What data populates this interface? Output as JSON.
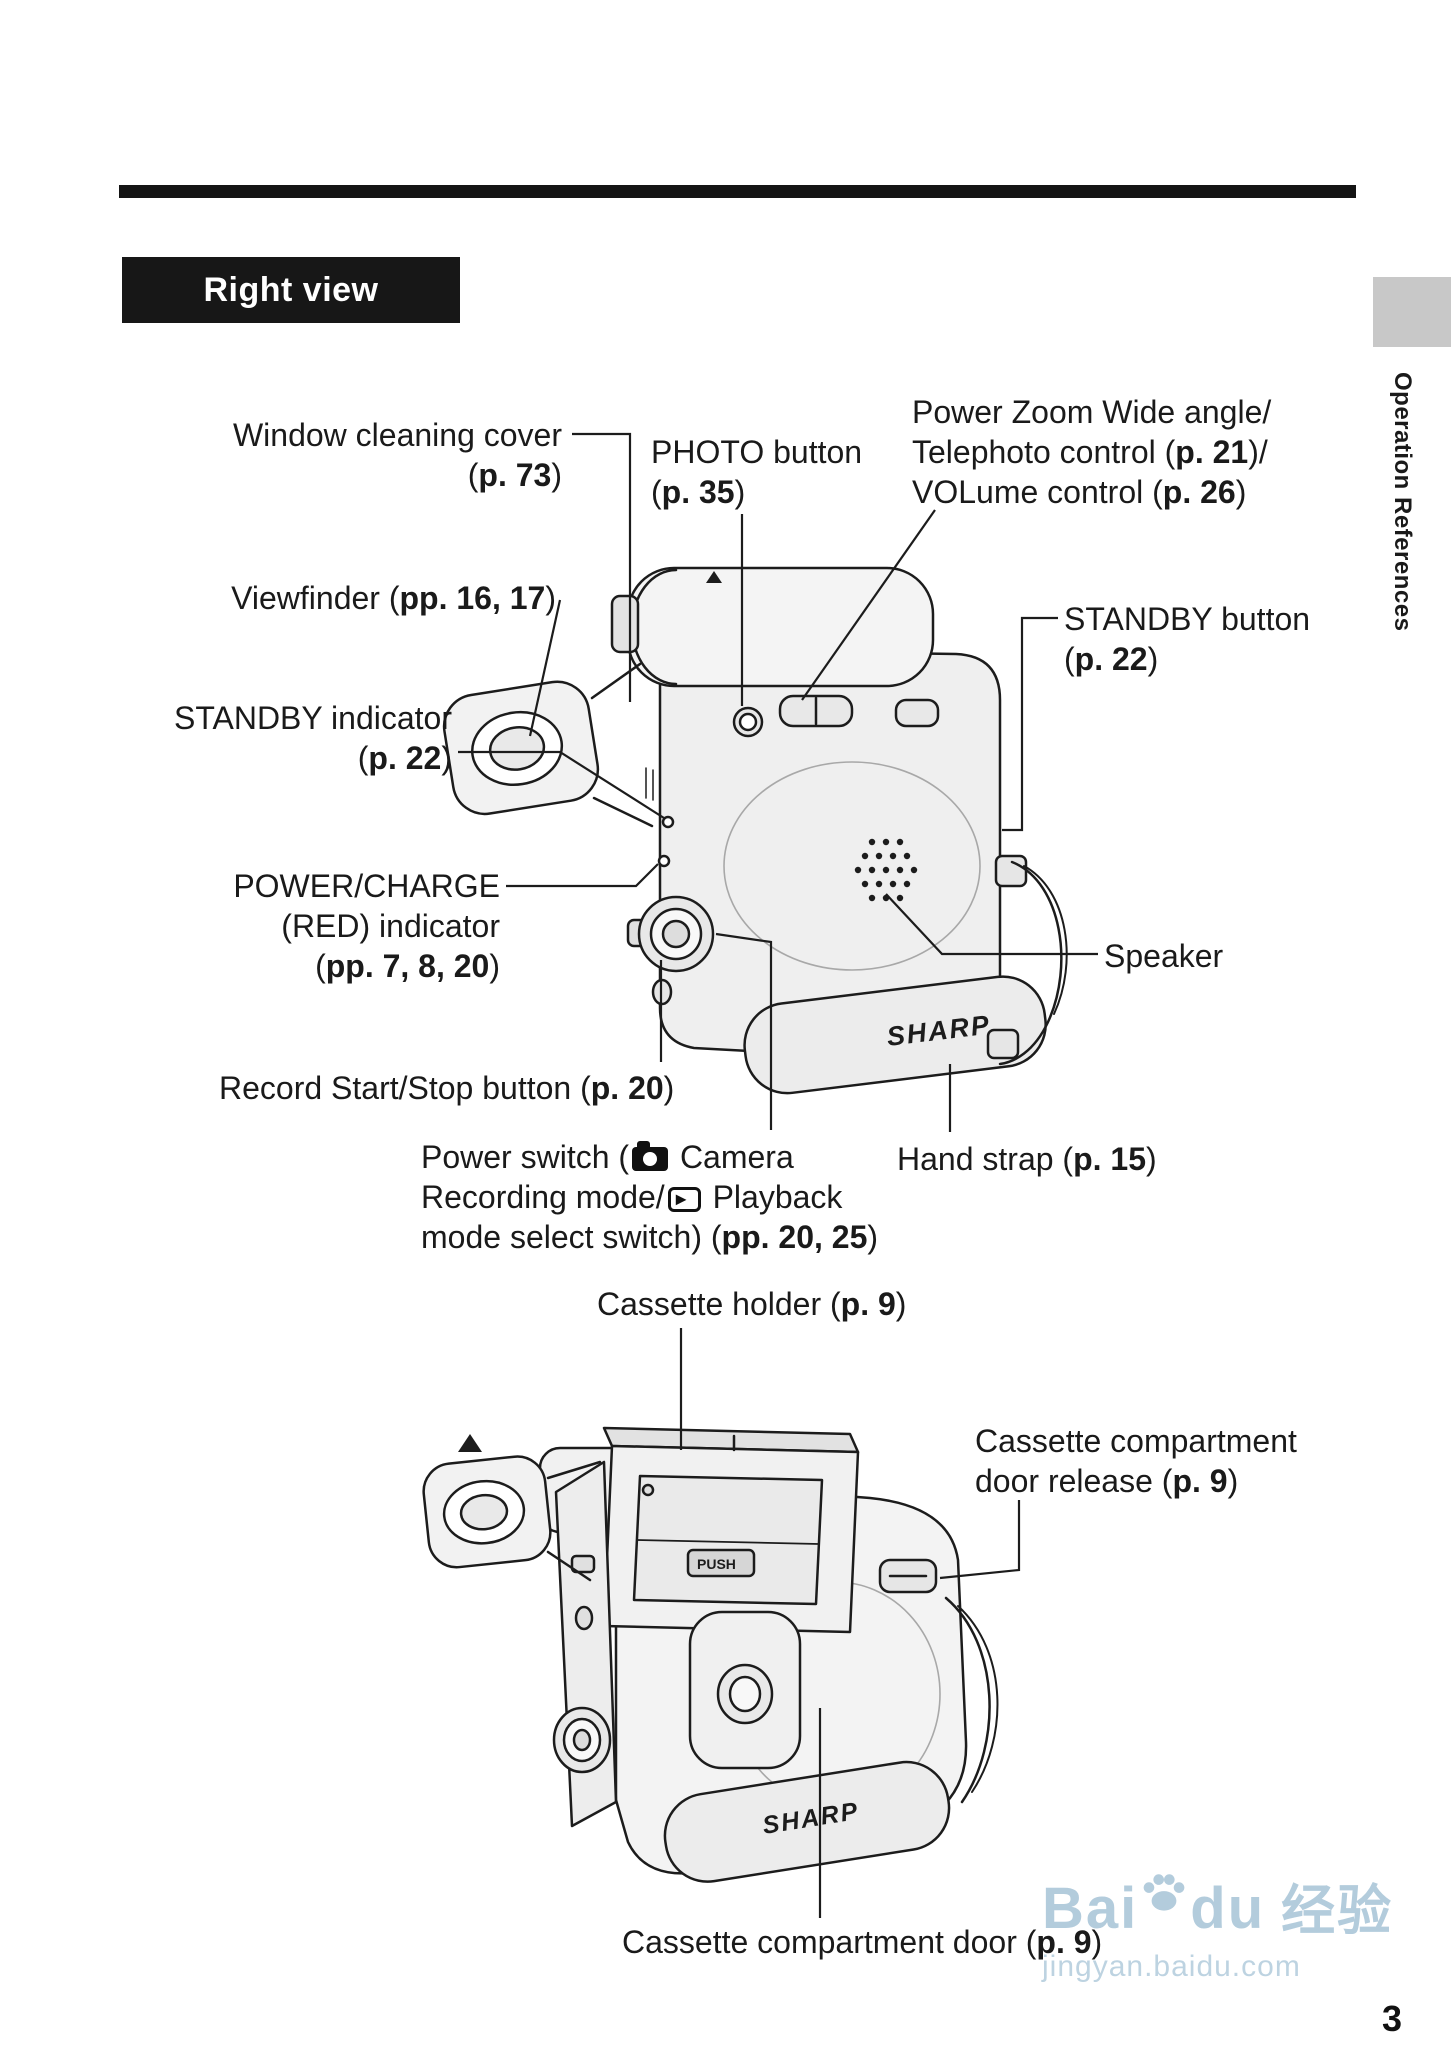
{
  "page": {
    "section_title": "Right view",
    "sidebar_label": "Operation References",
    "page_number": "3"
  },
  "diagram": {
    "brand": "SHARP",
    "push_label": "PUSH"
  },
  "watermark": {
    "bai": "Bai",
    "du": "du",
    "cn": "经验",
    "url": "jingyan.baidu.com"
  },
  "labels": {
    "window_cleaning_cover": [
      [
        {
          "t": "Window cleaning cover"
        }
      ],
      [
        {
          "t": "("
        },
        {
          "t": "p. 73",
          "b": true
        },
        {
          "t": ")"
        }
      ]
    ],
    "photo_button": [
      [
        {
          "t": "PHOTO button"
        }
      ],
      [
        {
          "t": "("
        },
        {
          "t": "p. 35",
          "b": true
        },
        {
          "t": ")"
        }
      ]
    ],
    "power_zoom": [
      [
        {
          "t": "Power Zoom Wide angle/"
        }
      ],
      [
        {
          "t": "Telephoto control ("
        },
        {
          "t": "p. 21",
          "b": true
        },
        {
          "t": ")/"
        }
      ],
      [
        {
          "t": "VOLume control ("
        },
        {
          "t": "p. 26",
          "b": true
        },
        {
          "t": ")"
        }
      ]
    ],
    "viewfinder": [
      [
        {
          "t": "Viewfinder ("
        },
        {
          "t": "pp. 16, 17",
          "b": true
        },
        {
          "t": ")"
        }
      ]
    ],
    "standby_button": [
      [
        {
          "t": "STANDBY button"
        }
      ],
      [
        {
          "t": "("
        },
        {
          "t": "p. 22",
          "b": true
        },
        {
          "t": ")"
        }
      ]
    ],
    "standby_indicator": [
      [
        {
          "t": "STANDBY indicator"
        }
      ],
      [
        {
          "t": "("
        },
        {
          "t": "p. 22",
          "b": true
        },
        {
          "t": ")"
        }
      ]
    ],
    "power_charge_indicator": [
      [
        {
          "t": "POWER/CHARGE"
        }
      ],
      [
        {
          "t": "(RED) indicator"
        }
      ],
      [
        {
          "t": "("
        },
        {
          "t": "pp. 7, 8, 20",
          "b": true
        },
        {
          "t": ")"
        }
      ]
    ],
    "speaker": [
      [
        {
          "t": "Speaker"
        }
      ]
    ],
    "record_start_stop": [
      [
        {
          "t": "Record Start/Stop button ("
        },
        {
          "t": "p. 20",
          "b": true
        },
        {
          "t": ")"
        }
      ]
    ],
    "power_switch": [
      [
        {
          "t": "Power switch ("
        },
        {
          "g": "camera"
        },
        {
          "t": " Camera"
        }
      ],
      [
        {
          "t": "Recording mode/"
        },
        {
          "g": "playback"
        },
        {
          "t": " Playback"
        }
      ],
      [
        {
          "t": "mode select switch)  ("
        },
        {
          "t": "pp. 20, 25",
          "b": true
        },
        {
          "t": ")"
        }
      ]
    ],
    "hand_strap": [
      [
        {
          "t": "Hand strap ("
        },
        {
          "t": "p. 15",
          "b": true
        },
        {
          "t": ")"
        }
      ]
    ],
    "cassette_holder": [
      [
        {
          "t": "Cassette holder ("
        },
        {
          "t": "p. 9",
          "b": true
        },
        {
          "t": ")"
        }
      ]
    ],
    "cassette_door_release": [
      [
        {
          "t": "Cassette compartment"
        }
      ],
      [
        {
          "t": "door release ("
        },
        {
          "t": "p. 9",
          "b": true
        },
        {
          "t": ")"
        }
      ]
    ],
    "cassette_door": [
      [
        {
          "t": "Cassette compartment door ("
        },
        {
          "t": "p. 9",
          "b": true
        },
        {
          "t": ")"
        }
      ]
    ]
  },
  "colors": {
    "ink": "#1a1a1a",
    "header_bg": "#171717",
    "tab_gray": "#c8c8c8",
    "watermark_blue": "#a9c5d8"
  }
}
